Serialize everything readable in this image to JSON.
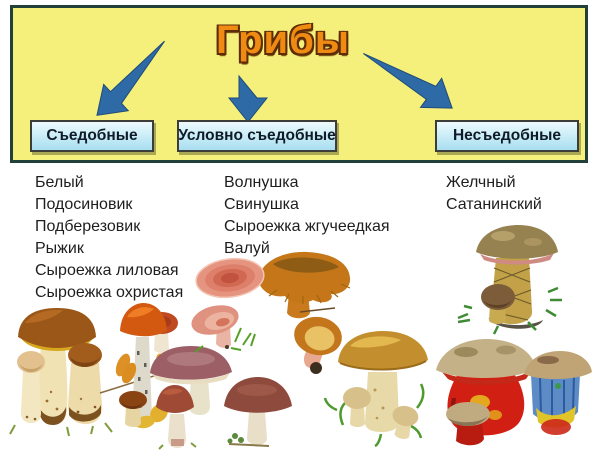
{
  "title": "Грибы",
  "categories": [
    {
      "id": "edible",
      "label": "Съедобные"
    },
    {
      "id": "conditionally-edible",
      "label": "Условно съедобные"
    },
    {
      "id": "inedible",
      "label": "Несъедобные"
    }
  ],
  "lists": {
    "edible": [
      "Белый",
      "Подосиновик",
      "Подберезовик",
      "Рыжик",
      "Сыроежка лиловая",
      "Сыроежка охристая"
    ],
    "conditional": [
      "Волнушка",
      "Свинушка",
      "Сыроежка жгучеедкая",
      "Валуй"
    ],
    "inedible": [
      "Желчный",
      "Сатанинский"
    ]
  },
  "illustrations": {
    "edible_group": "porcini cluster, orange-cap bolete with leaves, purple and ochre russulas",
    "conditional_group": "pink volnushka with rings, orange svinushka funnel, brown russula, valui with buttons",
    "inedible_group": "bitter bolete with netted stem, satan's bolete with red stem, blue-flesh cross-section"
  },
  "colors": {
    "panel_bg": "#f4f07b",
    "panel_border": "#22403a",
    "arrow_blue": "#2e6ba6",
    "category_bg": "#c9ecf7",
    "category_border": "#3c3c38",
    "category_text": "#101b28",
    "title_fill": "#ef8b13",
    "title_outline": "#5e2c06",
    "list_text": "#1e1e1e"
  }
}
